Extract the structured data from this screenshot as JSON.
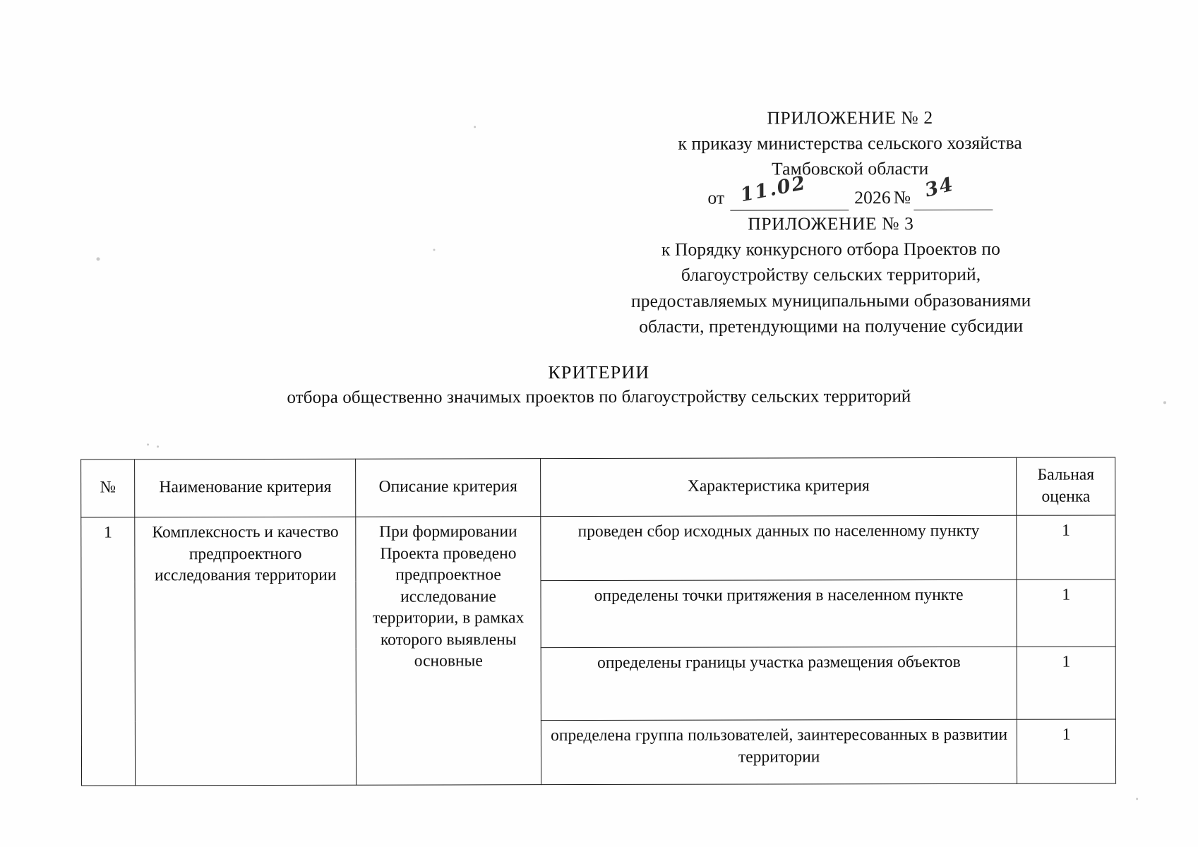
{
  "document": {
    "appendix_2": {
      "title": "ПРИЛОЖЕНИЕ № 2",
      "line_1": "к приказу министерства сельского хозяйства",
      "line_2": "Тамбовской области",
      "date_prefix": "от",
      "date_handwritten": "11.02",
      "year": "2026",
      "number_sign": "№",
      "number_handwritten": "34"
    },
    "appendix_3": {
      "title": "ПРИЛОЖЕНИЕ № 3",
      "line_1": "к Порядку конкурсного отбора Проектов по",
      "line_2": "благоустройству сельских территорий,",
      "line_3": "предоставляемых муниципальными образованиями",
      "line_4": "области, претендующими  на получение субсидии"
    },
    "title": "КРИТЕРИИ",
    "subtitle": "отбора общественно значимых проектов по благоустройству сельских территорий"
  },
  "table": {
    "headers": {
      "num": "№",
      "name": "Наименование критерия",
      "description": "Описание критерия",
      "characteristic": "Характеристика критерия",
      "score": "Бальная оценка"
    },
    "rows": [
      {
        "num": "1",
        "name": "Комплексность и качество предпроектного исследования территории",
        "description": "При формировании Проекта проведено предпроектное исследование территории, в рамках которого выявлены основные",
        "characteristics": [
          {
            "text": "проведен сбор исходных данных по населенному пункту",
            "score": "1"
          },
          {
            "text": "определены точки притяжения в населенном пункте",
            "score": "1"
          },
          {
            "text": "определены границы участка размещения объектов",
            "score": "1"
          },
          {
            "text": "определена группа пользователей, заинтересованных в развитии территории",
            "score": "1"
          }
        ]
      }
    ]
  }
}
